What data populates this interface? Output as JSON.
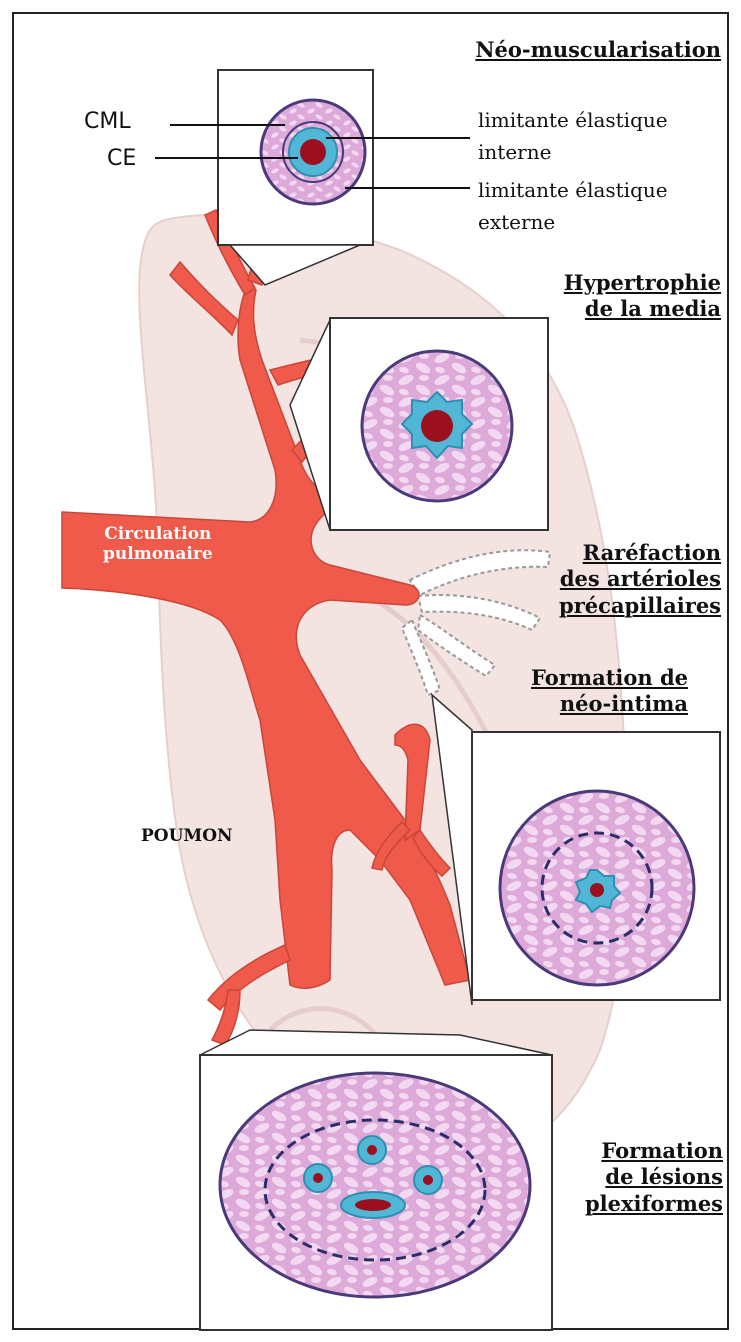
{
  "labels": {
    "cml": "CML",
    "ce": "CE",
    "lei_line1": "limitante élastique",
    "lei_line2": "interne",
    "lee_line1": "limitante élastique",
    "lee_line2": "externe",
    "circulation_line1": "Circulation",
    "circulation_line2": "pulmonaire",
    "poumon": "POUMON"
  },
  "stages": [
    {
      "title": [
        "Néo-muscularisation"
      ]
    },
    {
      "title": [
        "Hypertrophie",
        "de la media"
      ]
    },
    {
      "title": [
        "Raréfaction",
        "des artérioles",
        "précapillaires"
      ]
    },
    {
      "title": [
        "Formation de",
        "néo-intima"
      ]
    },
    {
      "title": [
        "Formation",
        "de lésions",
        "plexiformes"
      ]
    }
  ],
  "colors": {
    "lung": "#f3e4e2",
    "artery": "#ef5a4a",
    "media": "#dca9d8",
    "cell": "#f3d8f1",
    "endothelium": "#52b7d6",
    "lumen": "#9b0f1f",
    "outline": "#4a3a7a"
  }
}
